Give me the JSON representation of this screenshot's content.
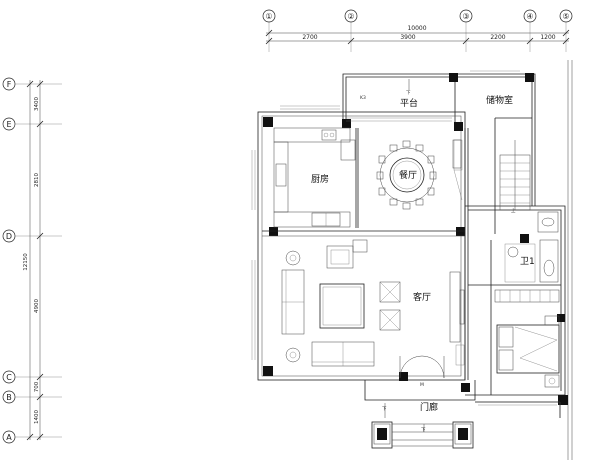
{
  "axes_top": [
    "①",
    "②",
    "③",
    "④",
    "⑤"
  ],
  "axes_left": [
    "F",
    "E",
    "D",
    "C",
    "B",
    "A"
  ],
  "dims_top": {
    "total": "10000",
    "segments": [
      "2700",
      "3900",
      "2200",
      "1200"
    ]
  },
  "dims_left": {
    "total": "12150",
    "segments": [
      "3400",
      "2810",
      "4900",
      "700",
      "1400"
    ]
  },
  "rooms": {
    "platform": "平台",
    "storage": "储物室",
    "kitchen": "厨房",
    "dining": "餐厅",
    "living": "客厅",
    "bath": "卫1",
    "porch": "门廊"
  },
  "marks": {
    "down1": "下",
    "down2": "下",
    "up": "上",
    "down3": "下"
  }
}
